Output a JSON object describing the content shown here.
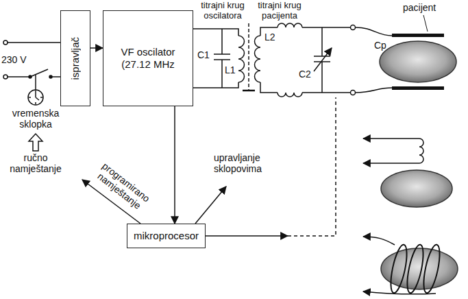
{
  "diagram": {
    "nodes": [
      {
        "text": [
          "ispravljač"
        ]
      },
      {
        "text": [
          "VF oscilator (27.12 MHz"
        ]
      },
      {
        "text": [
          "mikroprocesor"
        ]
      }
    ],
    "edges": [
      {
        "from": 0,
        "to": 1,
        "arrow": "to"
      },
      {
        "from": 1,
        "to": 2,
        "arrow": "to"
      }
    ],
    "labels": [
      "230 V",
      "vremenska sklopka",
      "ručno namještanje",
      "programirano namještanje",
      "upravljanje sklopovima",
      "titrajni krug oscilatora",
      "titrajni krug pacijenta",
      "C1",
      "L1",
      "L2",
      "C2",
      "Cp",
      "pacijent"
    ]
  }
}
